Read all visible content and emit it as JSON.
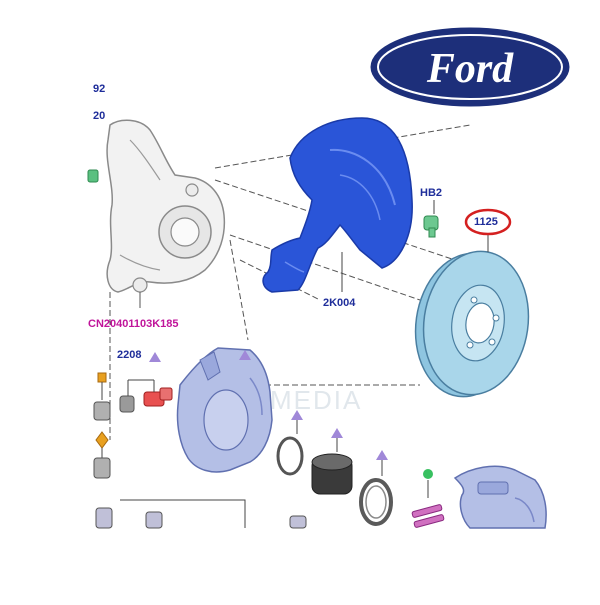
{
  "brand": {
    "name": "Ford",
    "logo_text": "Ford",
    "colors": {
      "oval_fill": "#1d2f7a",
      "oval_ring": "#ffffff",
      "outline": "#1d2f7a"
    }
  },
  "watermark": "MEDIA",
  "labels": {
    "ref_92": "92",
    "ref_20": "20",
    "ref_hb2": "HB2",
    "ref_1125": "1125",
    "ref_2k004": "2K004",
    "ref_2208": "2208",
    "knuckle_part_number": "CN20401103K185"
  },
  "colors": {
    "label_blue": "#1e2d9a",
    "label_pink": "#c0149a",
    "highlight_ring": "#d42020",
    "shield_blue": "#2a55d8",
    "disc_blue": "#a9d6ea",
    "caliper_blue": "#b4bfe6",
    "marker_purple": "#a088d8",
    "marker_orange": "#e8a020",
    "marker_green": "#38c060"
  }
}
